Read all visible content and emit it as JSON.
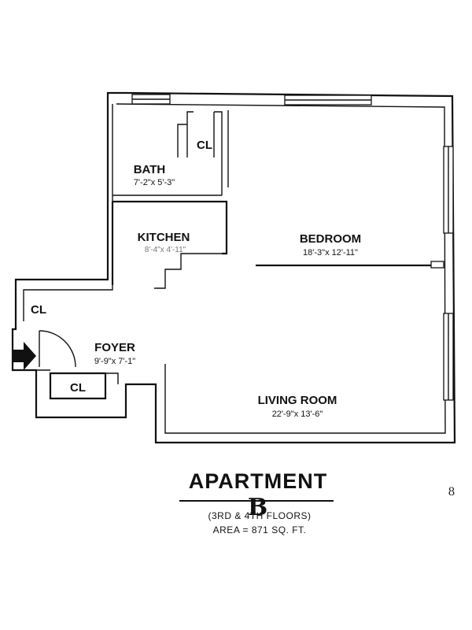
{
  "rooms": {
    "bath": {
      "name": "BATH",
      "dims": "7'-2\"x 5'-3\""
    },
    "kitchen": {
      "name": "KITCHEN",
      "dims": "8'-4\"x 4'-11\""
    },
    "bedroom": {
      "name": "BEDROOM",
      "dims": "18'-3\"x 12'-11\""
    },
    "foyer": {
      "name": "FOYER",
      "dims": "9'-9\"x 7'-1\""
    },
    "living_room": {
      "name": "LIVING ROOM",
      "dims": "22'-9\"x 13'-6\""
    },
    "closets": {
      "bath_closet": "CL",
      "entry_closet": "CL",
      "foyer_closet": "CL"
    }
  },
  "title": {
    "name": "APARTMENT",
    "letter": "B",
    "floors": "(3RD & 4TH FLOORS)",
    "area": "AREA = 871 SQ. FT."
  },
  "margin_mark": "8"
}
